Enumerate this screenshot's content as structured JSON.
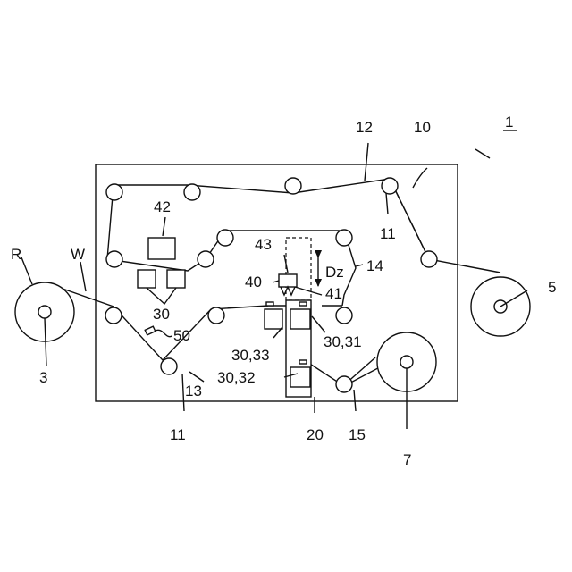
{
  "labels": {
    "apparatus": "1",
    "roll_r": "R",
    "web_w": "W",
    "unwind": "3",
    "rewind": "5",
    "wound_roll": "7",
    "conveyance": "10",
    "rollers": "11",
    "rollers_bottom": "11",
    "path_top": "12",
    "path_13": "13",
    "path_14": "14",
    "path_15": "15",
    "stage": "20",
    "units": "30",
    "unit_31": "30,31",
    "unit_32": "30,32",
    "unit_33": "30,33",
    "head": "40",
    "head_part": "41",
    "controller": "42",
    "camera": "43",
    "sensor": "50",
    "direction": "Dz"
  }
}
